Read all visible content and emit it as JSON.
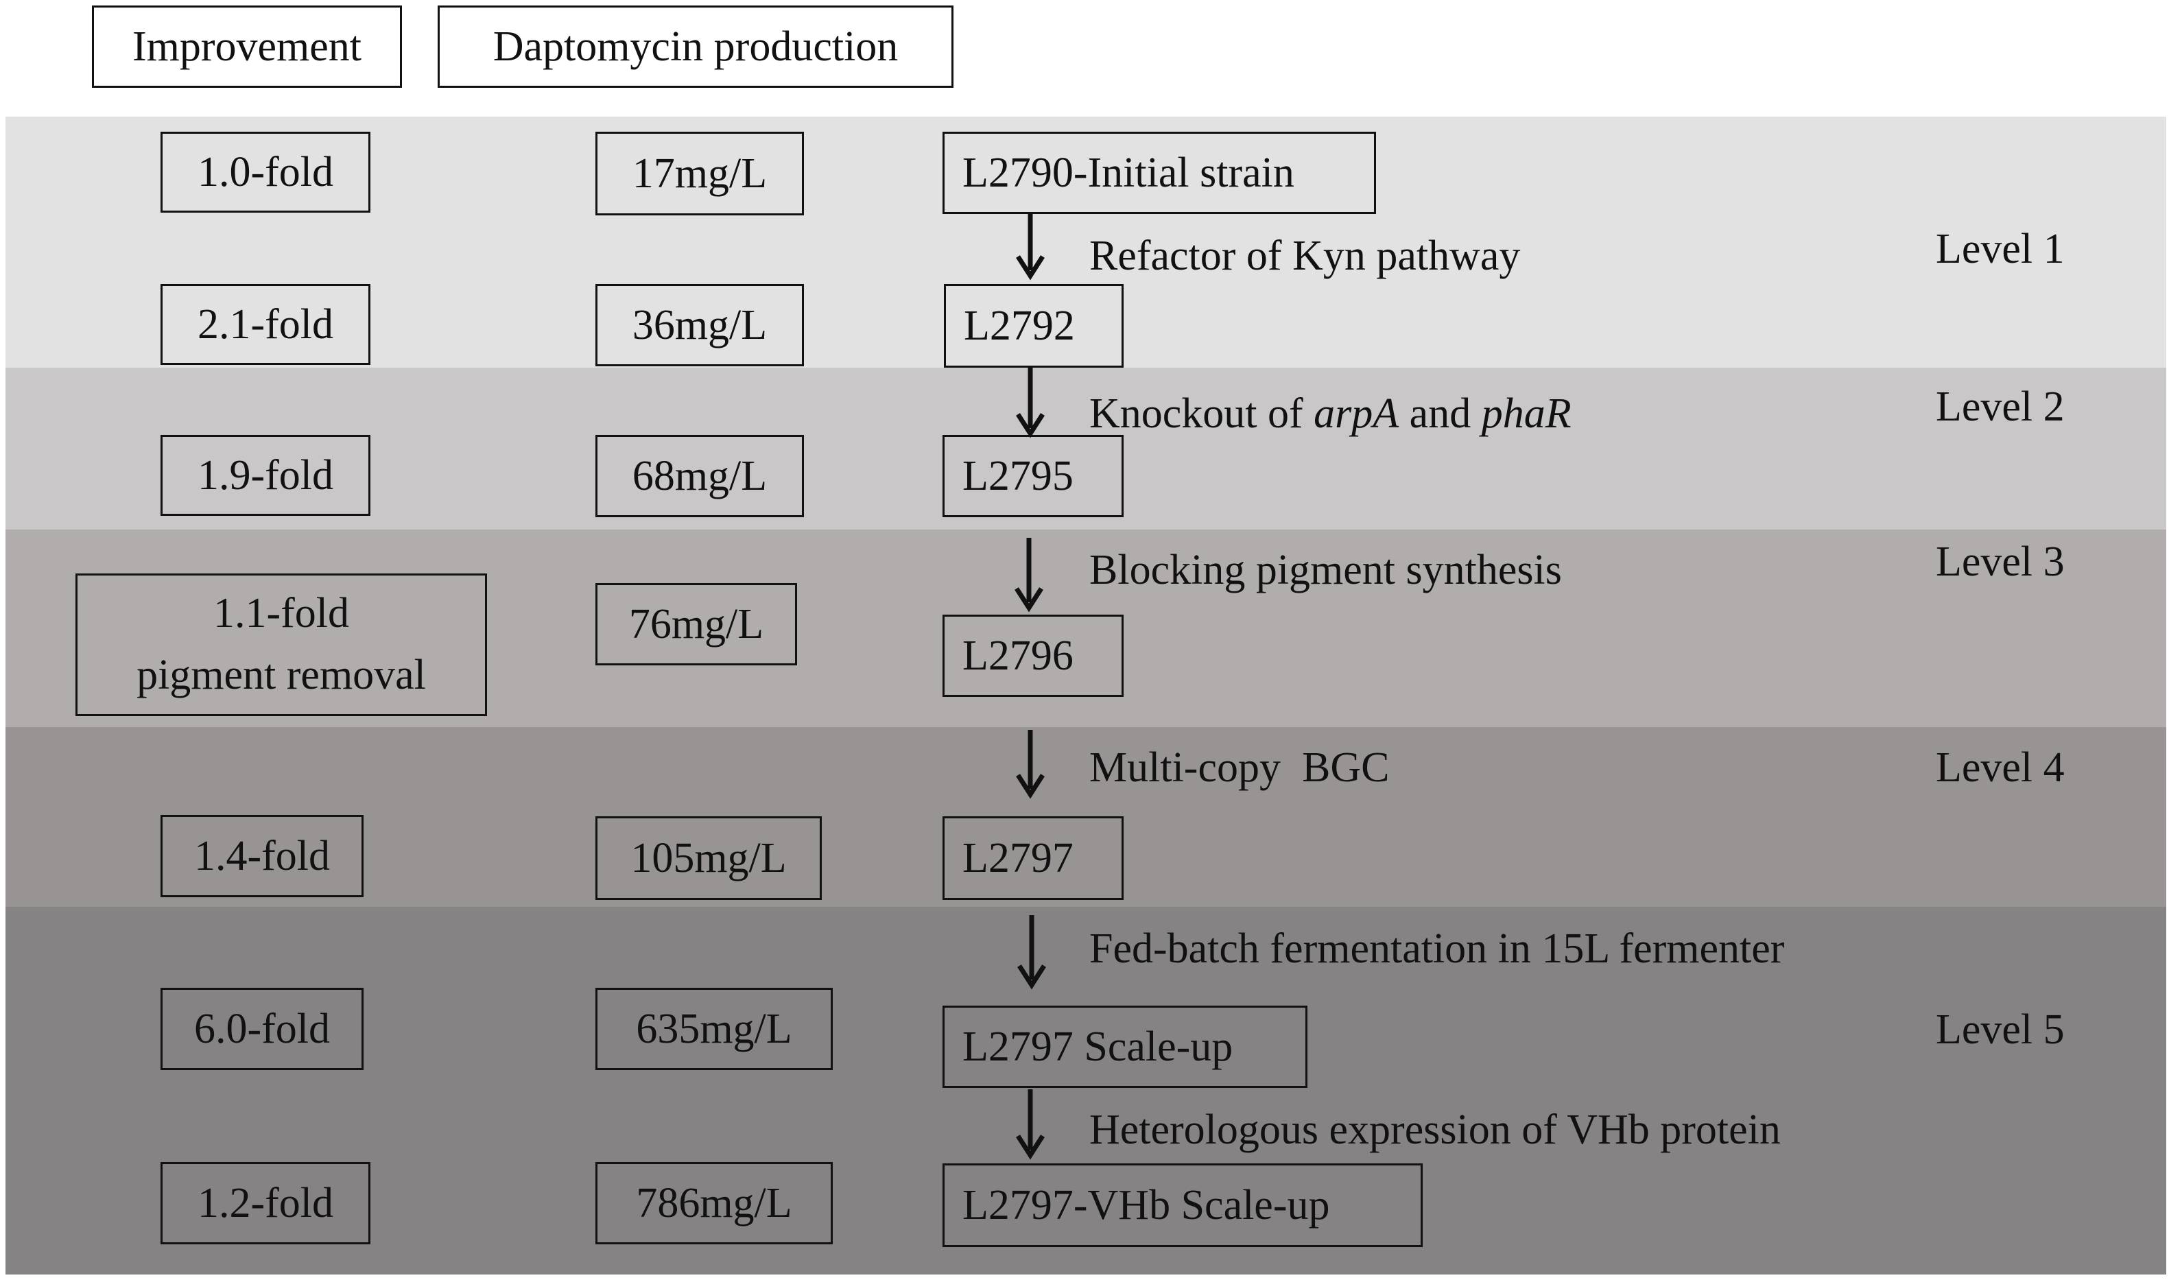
{
  "headers": {
    "improvement": "Improvement",
    "production": "Daptomycin production"
  },
  "levels": [
    {
      "label": "Level 1",
      "color": "#e3e2e3"
    },
    {
      "label": "Level 2",
      "color": "#c9c7c8"
    },
    {
      "label": "Level 3",
      "color": "#b1adad"
    },
    {
      "label": "Level 4",
      "color": "#999494"
    },
    {
      "label": "Level 5",
      "color": "#858383"
    }
  ],
  "strains": [
    {
      "fold": "1.0-fold",
      "production": "17mg/L",
      "strain": "L2790-Initial strain"
    },
    {
      "fold": "2.1-fold",
      "production": "36mg/L",
      "strain": "L2792"
    },
    {
      "fold": "1.9-fold",
      "production": "68mg/L",
      "strain": "L2795"
    },
    {
      "fold": "1.1-fold",
      "fold_note": "pigment removal",
      "production": "76mg/L",
      "strain": "L2796"
    },
    {
      "fold": "1.4-fold",
      "production": "105mg/L",
      "strain": "L2797"
    },
    {
      "fold": "6.0-fold",
      "production": "635mg/L",
      "strain": "L2797 Scale-up"
    },
    {
      "fold": "1.2-fold",
      "production": "786mg/L",
      "strain": "L2797-VHb Scale-up"
    }
  ],
  "steps": {
    "s1": "Refactor of Kyn pathway",
    "s2_pre": "Knockout of ",
    "s2_gene1": "arpA",
    "s2_mid": " and ",
    "s2_gene2": "phaR",
    "s3": "Blocking pigment synthesis",
    "s4": "Multi-copy  BGC",
    "s5": "Fed-batch fermentation in 15L fermenter",
    "s6": "Heterologous expression of VHb protein"
  }
}
